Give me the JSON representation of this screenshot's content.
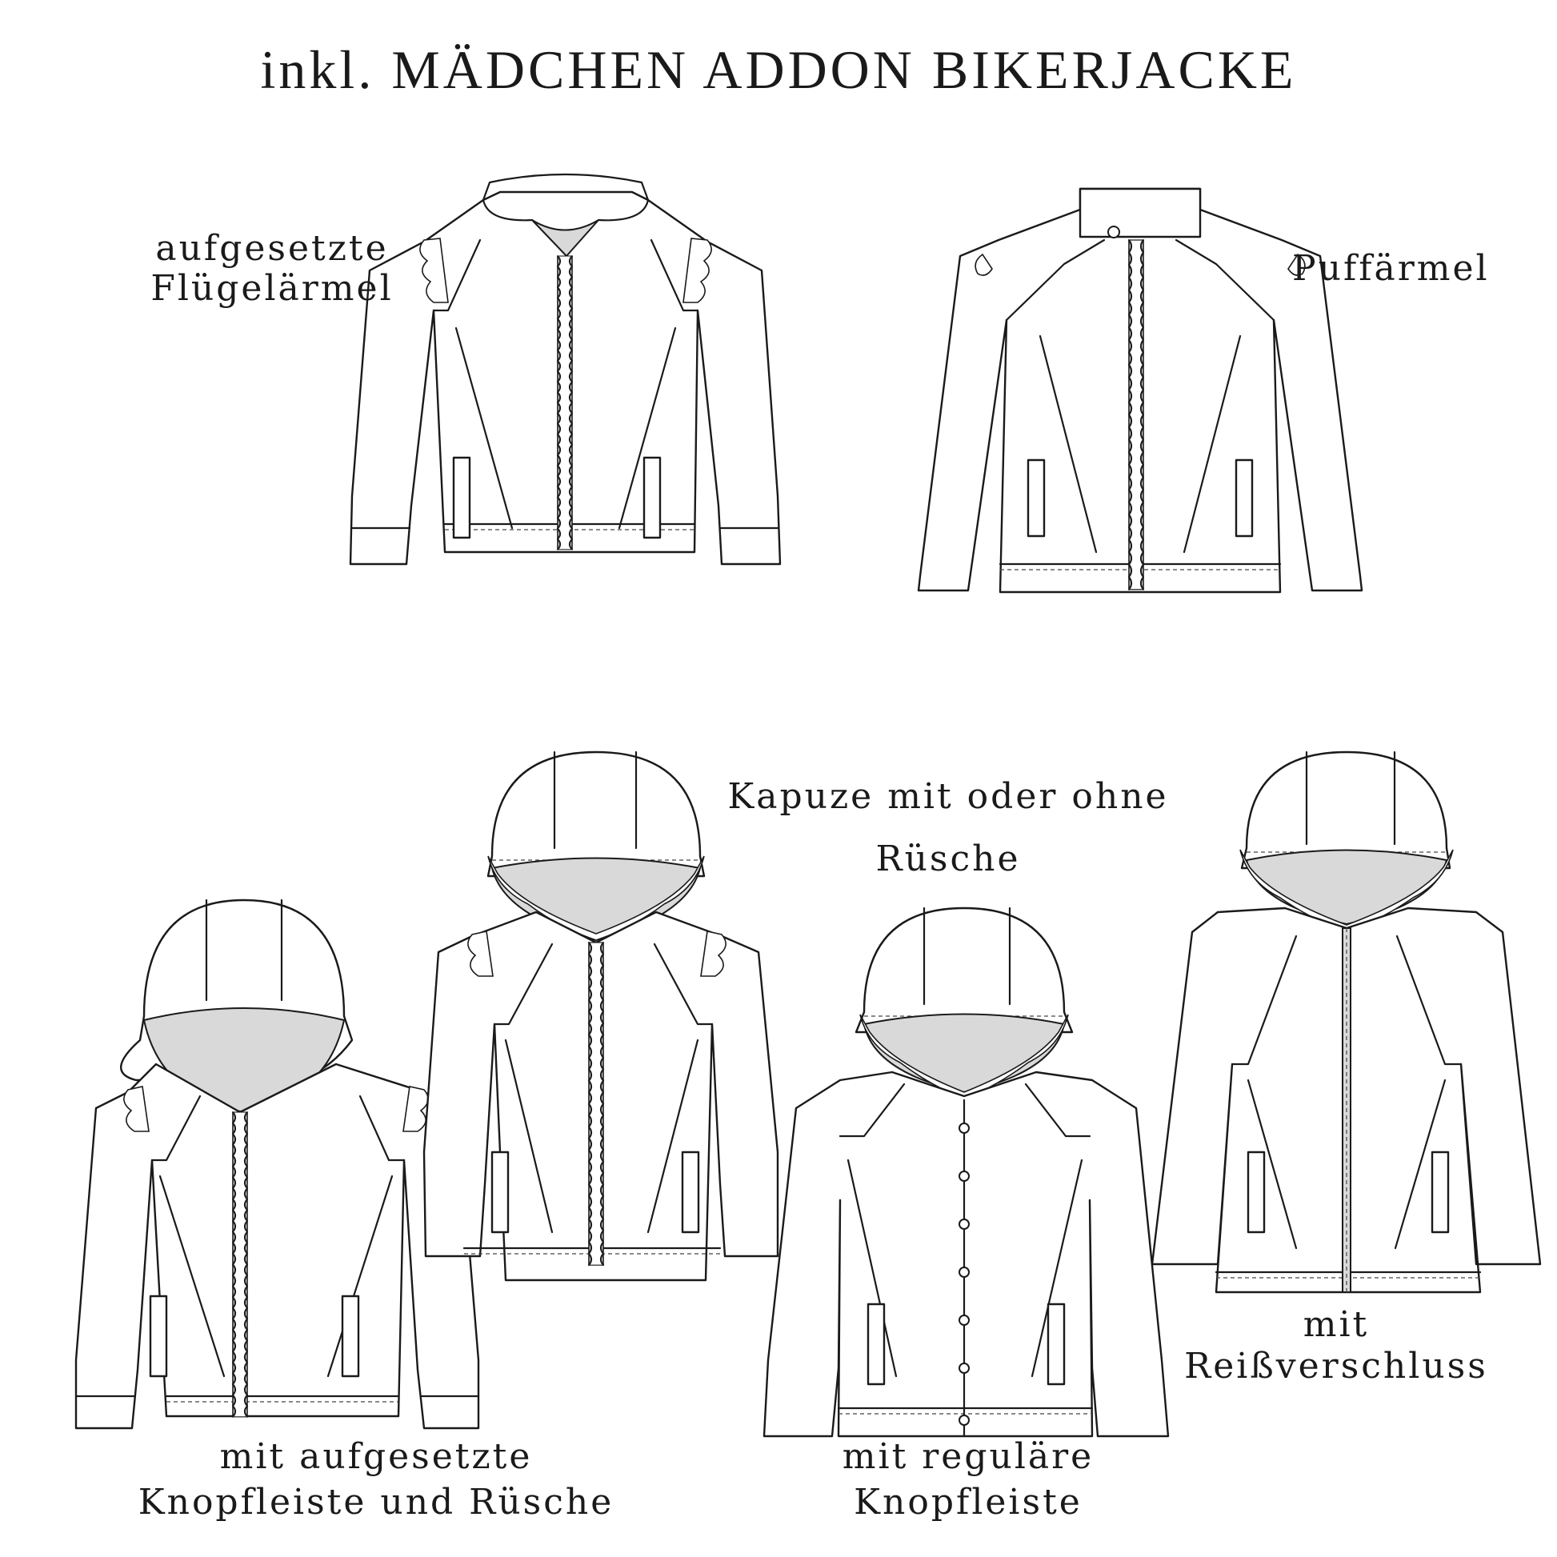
{
  "title": "inkl. MÄDCHEN ADDON BIKERJACKE",
  "labels": {
    "wing_sleeves_line1": "aufgesetzte",
    "wing_sleeves_line2": "Flügelärmel",
    "puff_sleeves": "Puffärmel",
    "hood_line1": "Kapuze mit oder ohne",
    "hood_line2": "Rüsche",
    "zipper_line1": "mit",
    "zipper_line2": "Reißverschluss",
    "placket_ruffle_line1": "mit  aufgesetzte",
    "placket_ruffle_line2": "Knopfleiste und Rüsche",
    "regular_placket_line1": "mit  reguläre",
    "regular_placket_line2": "Knopfleiste"
  }
}
